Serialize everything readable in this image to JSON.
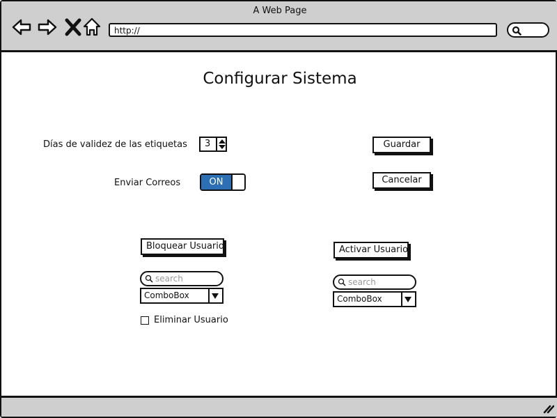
{
  "window": {
    "title": "A Web Page",
    "url": "http://"
  },
  "page": {
    "title": "Configurar Sistema",
    "days_label": "Días de validez de las etiquetas",
    "days_value": "3",
    "send_mail_label": "Enviar Correos",
    "toggle_label": "ON",
    "toggle_state": "on",
    "accent_color": "#2d6fb5",
    "save_button": "Guardar",
    "cancel_button": "Cancelar",
    "block_section": {
      "button": "Bloquear Usuario",
      "search_placeholder": "search",
      "combo_value": "ComboBox",
      "delete_checkbox_label": "Eliminar Usuario",
      "delete_checked": false
    },
    "activate_section": {
      "button": "Activar Usuario",
      "search_placeholder": "search",
      "combo_value": "ComboBox"
    }
  }
}
